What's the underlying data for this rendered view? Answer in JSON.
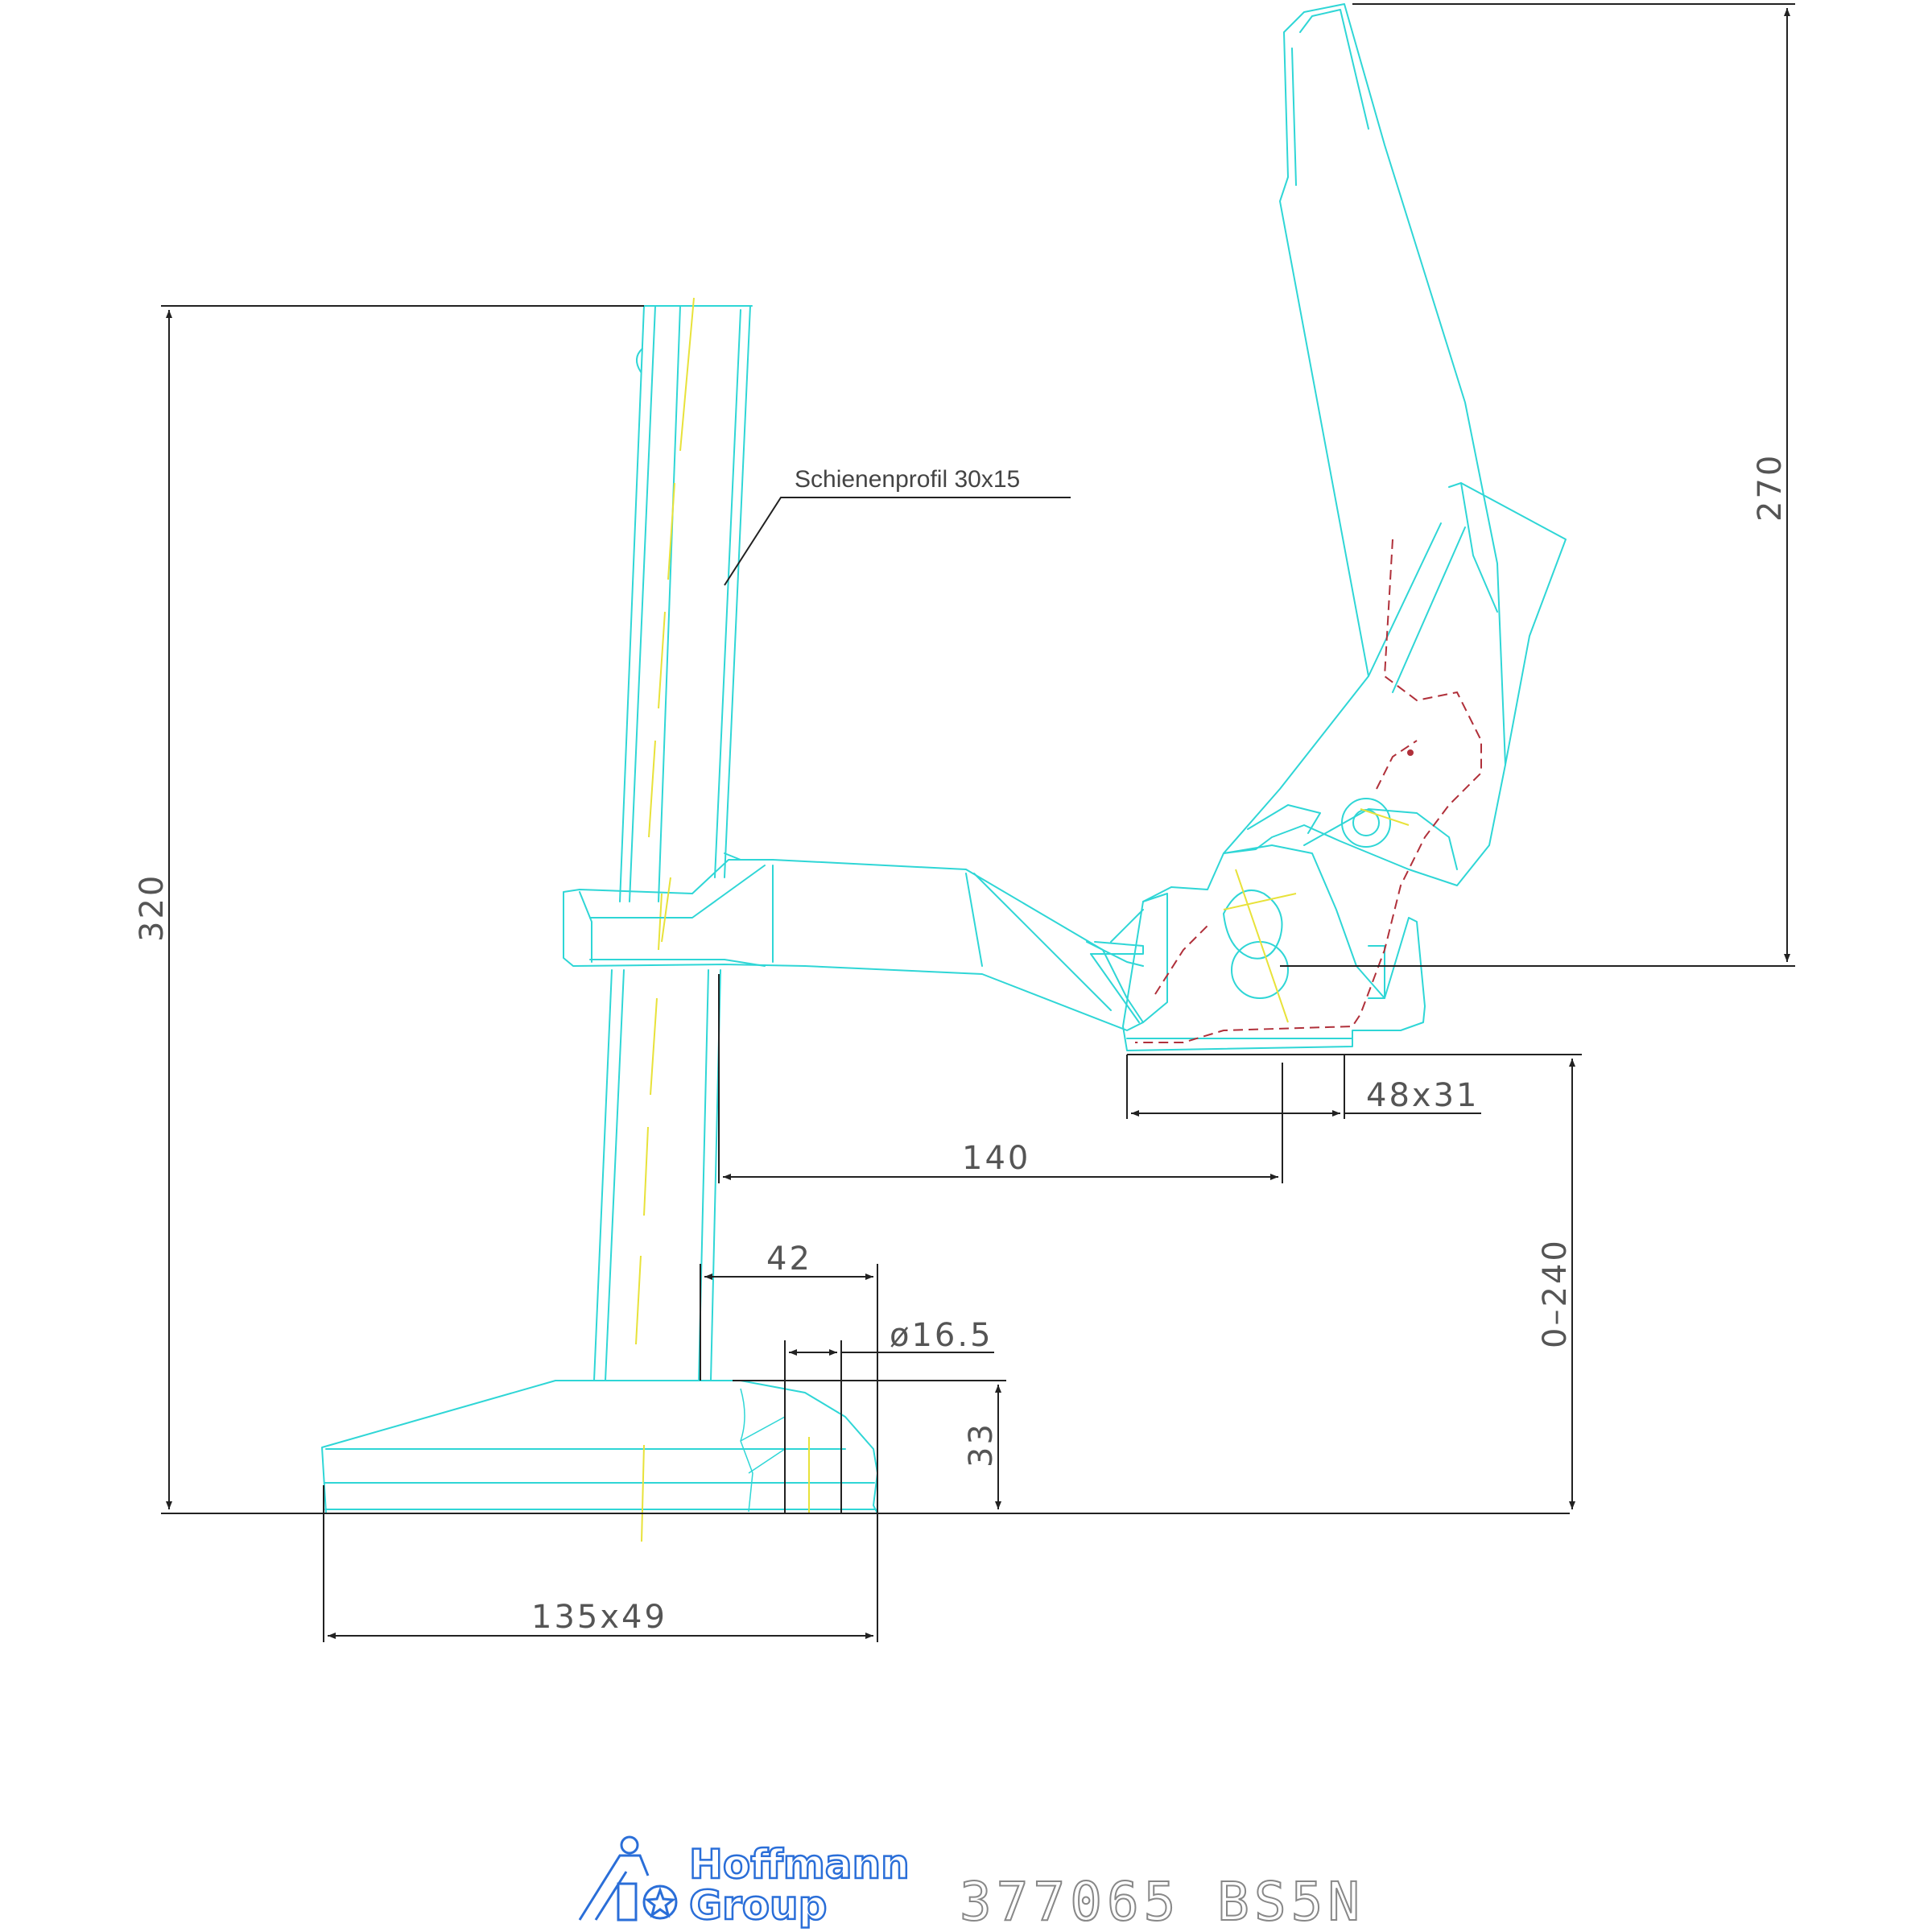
{
  "dimensions": {
    "height_total": "320",
    "height_arm": "270",
    "reach": "140",
    "foot_pad": "48x31",
    "base_offset": "42",
    "hole_dia": "ø16.5",
    "base_height": "33",
    "clamp_range": "0–240",
    "base_size": "135x49"
  },
  "note": {
    "rail_profile": "Schienenprofil 30x15"
  },
  "branding": {
    "brand_line1": "Hoffmann",
    "brand_line2": "Group",
    "product_code": "377065 BS5N"
  },
  "colors": {
    "outline": "#2fd6d6",
    "centerline": "#e8e23a",
    "hidden": "#b0303a",
    "dimension": "#222222",
    "brand": "#2a6ed8"
  }
}
